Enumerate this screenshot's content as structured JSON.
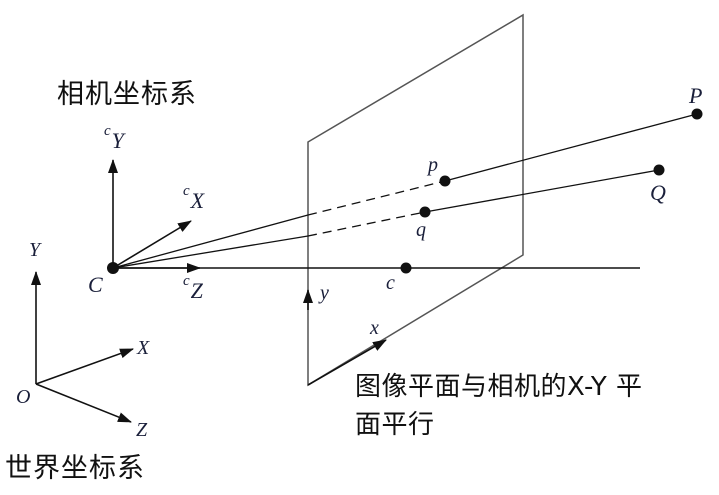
{
  "titles": {
    "camera_frame": "相机坐标系",
    "world_frame": "世界坐标系",
    "caption_line1": "图像平面与相机的X-Y 平",
    "caption_line2": "面平行"
  },
  "camera_axes": {
    "origin": "C",
    "x_prefix": "c",
    "x": "X",
    "y_prefix": "c",
    "y": "Y",
    "z_prefix": "c",
    "z": "Z"
  },
  "world_axes": {
    "origin": "O",
    "x": "X",
    "y": "Y",
    "z": "Z"
  },
  "image_plane": {
    "x_axis": "x",
    "y_axis": "y",
    "principal_point": "c"
  },
  "points": {
    "P": "P",
    "Q": "Q",
    "p": "p",
    "q": "q"
  },
  "colors": {
    "line": "#111111",
    "plane": "#555555",
    "label": "#1a1f3a"
  }
}
